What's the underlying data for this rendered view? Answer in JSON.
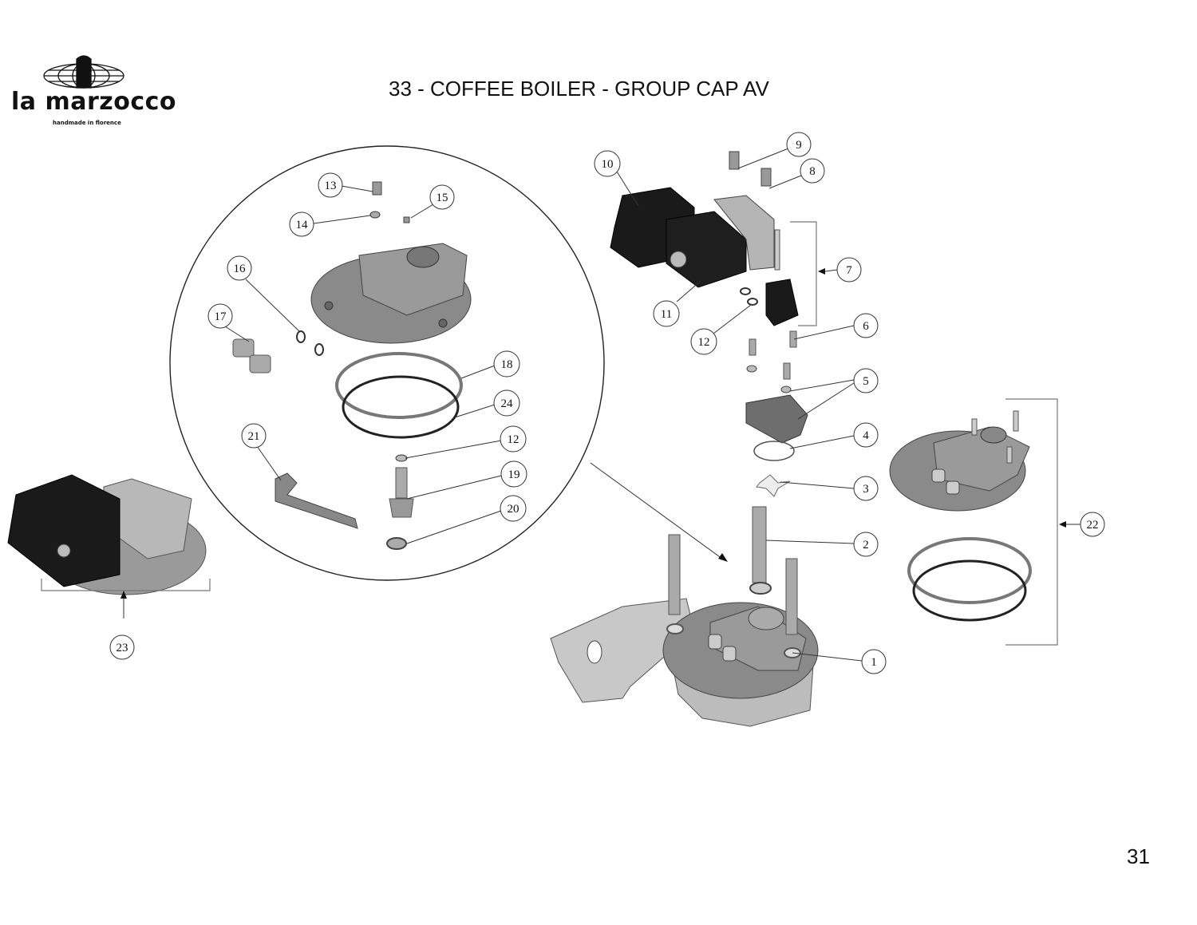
{
  "header": {
    "brand_name": "la marzocco",
    "brand_tagline": "handmade in florence",
    "title": "33 - COFFEE BOILER - GROUP CAP AV"
  },
  "footer": {
    "page_number": "31"
  },
  "colors": {
    "part_black": "#1a1a1a",
    "part_dark": "#6e6e6e",
    "part_mid": "#9a9a9a",
    "part_light": "#c8c8c8",
    "line": "#333333"
  },
  "callouts": [
    {
      "id": "c1",
      "label": "1"
    },
    {
      "id": "c2",
      "label": "2"
    },
    {
      "id": "c3",
      "label": "3"
    },
    {
      "id": "c4",
      "label": "4"
    },
    {
      "id": "c5",
      "label": "5"
    },
    {
      "id": "c6",
      "label": "6"
    },
    {
      "id": "c7",
      "label": "7"
    },
    {
      "id": "c8",
      "label": "8"
    },
    {
      "id": "c9",
      "label": "9"
    },
    {
      "id": "c10",
      "label": "10"
    },
    {
      "id": "c11",
      "label": "11"
    },
    {
      "id": "c12a",
      "label": "12"
    },
    {
      "id": "c12b",
      "label": "12"
    },
    {
      "id": "c13",
      "label": "13"
    },
    {
      "id": "c14",
      "label": "14"
    },
    {
      "id": "c15",
      "label": "15"
    },
    {
      "id": "c16",
      "label": "16"
    },
    {
      "id": "c17",
      "label": "17"
    },
    {
      "id": "c18",
      "label": "18"
    },
    {
      "id": "c19",
      "label": "19"
    },
    {
      "id": "c20",
      "label": "20"
    },
    {
      "id": "c21",
      "label": "21"
    },
    {
      "id": "c22",
      "label": "22"
    },
    {
      "id": "c23",
      "label": "23"
    },
    {
      "id": "c24",
      "label": "24"
    }
  ]
}
